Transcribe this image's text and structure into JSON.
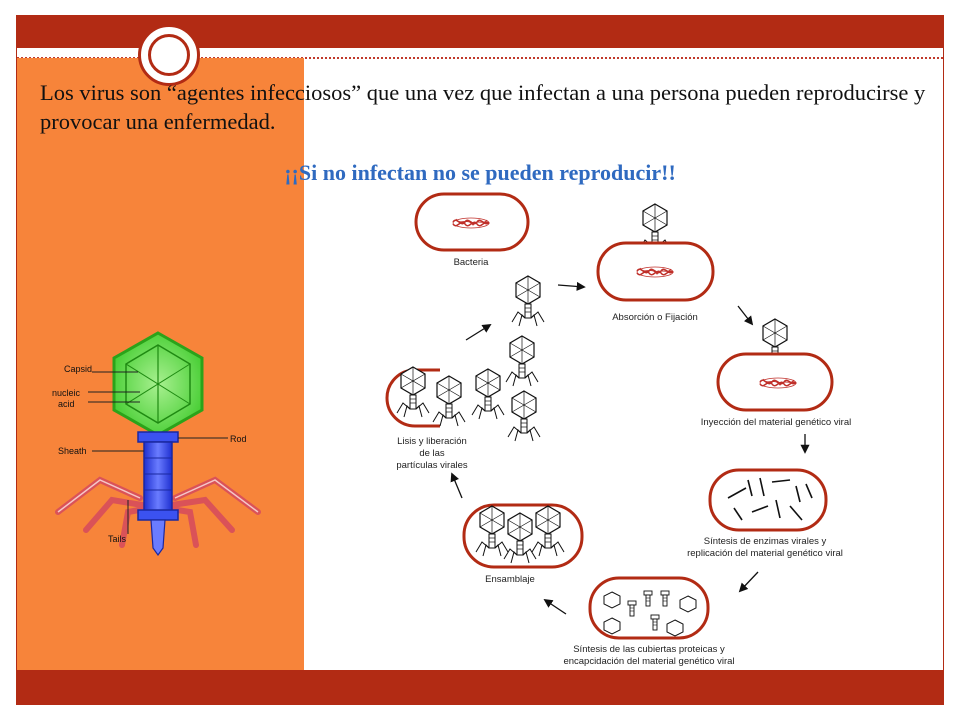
{
  "intro_text": "Los virus son “agentes infecciosos” que una vez que infectan a una persona pueden reproducirse y provocar una enfermedad.",
  "highlight": "¡¡Si no infectan no se pueden reproducir!!",
  "phage_parts": {
    "capsid": "Capsid",
    "nucleic_line1": "nucleic",
    "nucleic_line2": "acid",
    "sheath": "Sheath",
    "rod": "Rod",
    "tails": "Tails"
  },
  "stages": {
    "bacteria": "Bacteria",
    "absorcion": "Absorción o Fijación",
    "inyeccion": "Inyección del material genético viral",
    "sintesis_line1": "Síntesis de enzimas virales y",
    "sintesis_line2": "replicación del material genético viral",
    "cubiertas_line1": "Síntesis de las cubiertas proteicas y",
    "cubiertas_line2": "encapcidación del material genético viral",
    "ensamblaje": "Ensamblaje",
    "lisis_line1": "Lisis y liberación",
    "lisis_line2": "de las",
    "lisis_line3": "partículas virales"
  },
  "colors": {
    "frame": "#B22B14",
    "panel": "#F7843A",
    "highlight": "#2F6AC0",
    "cell_border": "#B22B14",
    "capsid": "#4BD43B",
    "sheath": "#2A3FE0",
    "tail_fibers": "#D9505A"
  }
}
